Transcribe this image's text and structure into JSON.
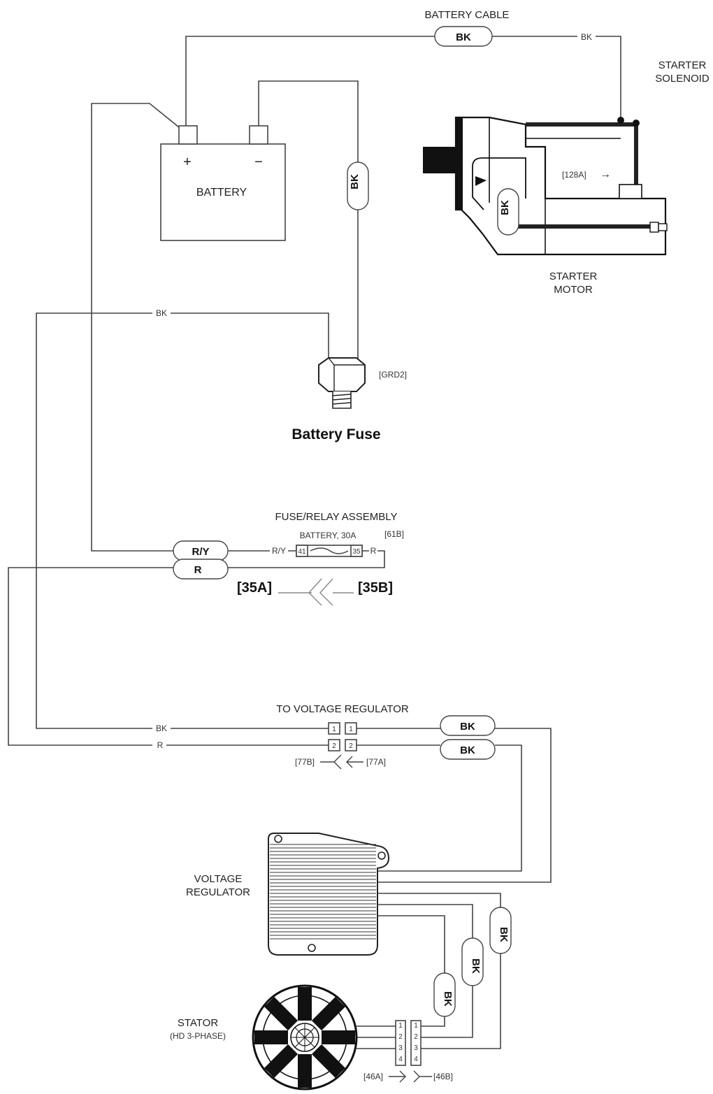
{
  "labels": {
    "battery_cable": "BATTERY CABLE",
    "starter_solenoid_line1": "STARTER",
    "starter_solenoid_line2": "SOLENOID",
    "starter_motor_line1": "STARTER",
    "starter_motor_line2": "MOTOR",
    "battery": "BATTERY",
    "battery_plus": "+",
    "battery_minus": "−",
    "grd2": "[GRD2]",
    "battery_fuse": "Battery Fuse",
    "fuse_relay_assembly": "FUSE/RELAY ASSEMBLY",
    "battery_30a": "BATTERY, 30A",
    "ref_61b": "[61B]",
    "pin_41": "41",
    "pin_35": "35",
    "conn_35a": "[35A]",
    "conn_35b": "[35B]",
    "to_voltage_regulator": "TO VOLTAGE REGULATOR",
    "conn_77b": "[77B]",
    "conn_77a": "[77A]",
    "voltage_regulator_line1": "VOLTAGE",
    "voltage_regulator_line2": "REGULATOR",
    "stator_line1": "STATOR",
    "stator_line2": "(HD 3-PHASE)",
    "conn_46a": "[46A]",
    "conn_46b": "[46B]",
    "ref_128a": "[128A]",
    "arrow_128a": "→",
    "vr_pin1": "1",
    "vr_pin2": "2",
    "stator_pin1": "1",
    "stator_pin2": "2",
    "stator_pin3": "3",
    "stator_pin4": "4"
  },
  "wire_colors": {
    "bk_cable_pill": "BK",
    "bk_cable_small": "BK",
    "bk_battery_neg": "BK",
    "bk_starter": "BK",
    "bk_ground_small": "BK",
    "ry_pill": "R/Y",
    "ry_small": "R/Y",
    "r_pill": "R",
    "r_small": "R",
    "bk_vr_small": "BK",
    "r_vr_small": "R",
    "bk_vr_pill1": "BK",
    "bk_vr_pill2": "BK",
    "bk_stator1": "BK",
    "bk_stator2": "BK",
    "bk_stator3": "BK"
  }
}
